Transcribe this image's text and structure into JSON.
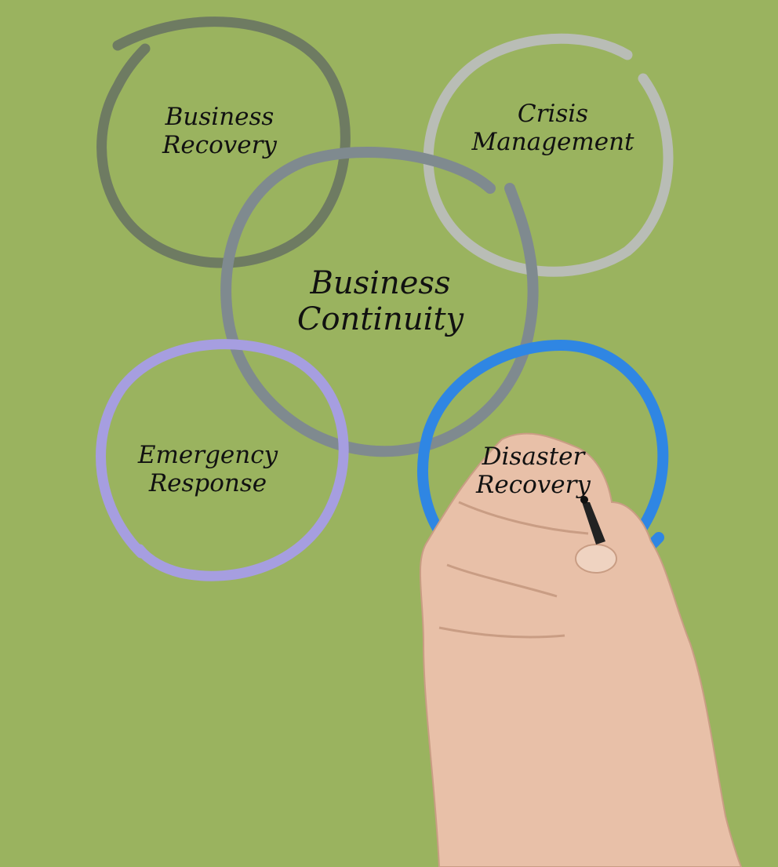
{
  "diagram": {
    "center": {
      "line1": "Business",
      "line2": "Continuity",
      "color": "#7f8a8f"
    },
    "nodes": [
      {
        "id": "business-recovery",
        "line1": "Business",
        "line2": "Recovery",
        "color": "#6e7b62"
      },
      {
        "id": "crisis-management",
        "line1": "Crisis",
        "line2": "Management",
        "color": "#b9bdb6"
      },
      {
        "id": "emergency-response",
        "line1": "Emergency",
        "line2": "Response",
        "color": "#a69ee0"
      },
      {
        "id": "disaster-recovery",
        "line1": "Disaster",
        "line2": "Recovery",
        "color": "#2f86e3"
      }
    ]
  },
  "colors": {
    "background": "#9ab35f",
    "text": "#111111",
    "skin": "#e8c0a8"
  }
}
